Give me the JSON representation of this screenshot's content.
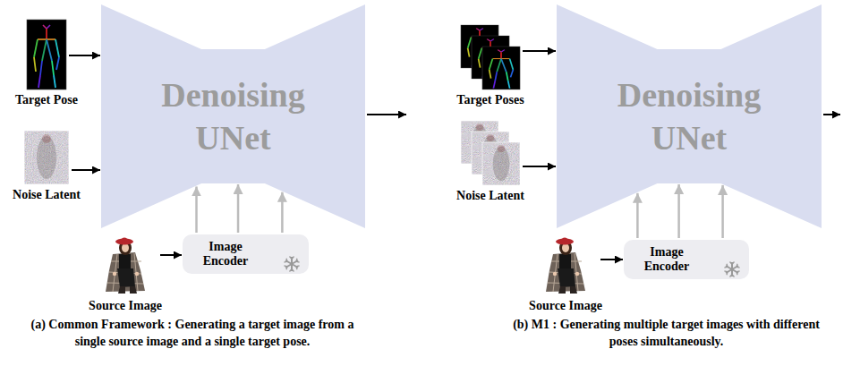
{
  "diagram": {
    "nodes": [
      {
        "text": [
          "Target Pose"
        ]
      },
      {
        "text": [
          "Denoising UNet"
        ]
      },
      {
        "text": [
          "Noise Latent"
        ]
      },
      {
        "text": [
          "Source Image"
        ]
      },
      {
        "text": [
          "Image Encoder"
        ]
      },
      {
        "text": [
          "Target Poses"
        ]
      },
      {
        "text": [
          "Denoising UNet"
        ]
      },
      {
        "text": [
          "Noise Latent"
        ]
      },
      {
        "text": [
          "Source Image"
        ]
      },
      {
        "text": [
          "Image Encoder"
        ]
      }
    ],
    "edges": [
      {
        "from": 0,
        "to": 1,
        "arrow": "to"
      },
      {
        "from": 2,
        "to": 1,
        "arrow": "to"
      },
      {
        "from": 3,
        "to": 4,
        "arrow": "to"
      },
      {
        "from": 4,
        "to": 1,
        "arrow": "to"
      },
      {
        "from": 4,
        "to": 1,
        "arrow": "to"
      },
      {
        "from": 4,
        "to": 1,
        "arrow": "to"
      },
      {
        "from": 5,
        "to": 6,
        "arrow": "to"
      },
      {
        "from": 7,
        "to": 6,
        "arrow": "to"
      },
      {
        "from": 8,
        "to": 9,
        "arrow": "to"
      },
      {
        "from": 9,
        "to": 6,
        "arrow": "to"
      },
      {
        "from": 9,
        "to": 6,
        "arrow": "to"
      },
      {
        "from": 9,
        "to": 6,
        "arrow": "to"
      }
    ],
    "labels": [
      "(a) Common Framework : Generating a target image from a single source image and a single target pose.",
      "(b) M1 : Generating multiple target images with different poses simultaneously."
    ]
  }
}
